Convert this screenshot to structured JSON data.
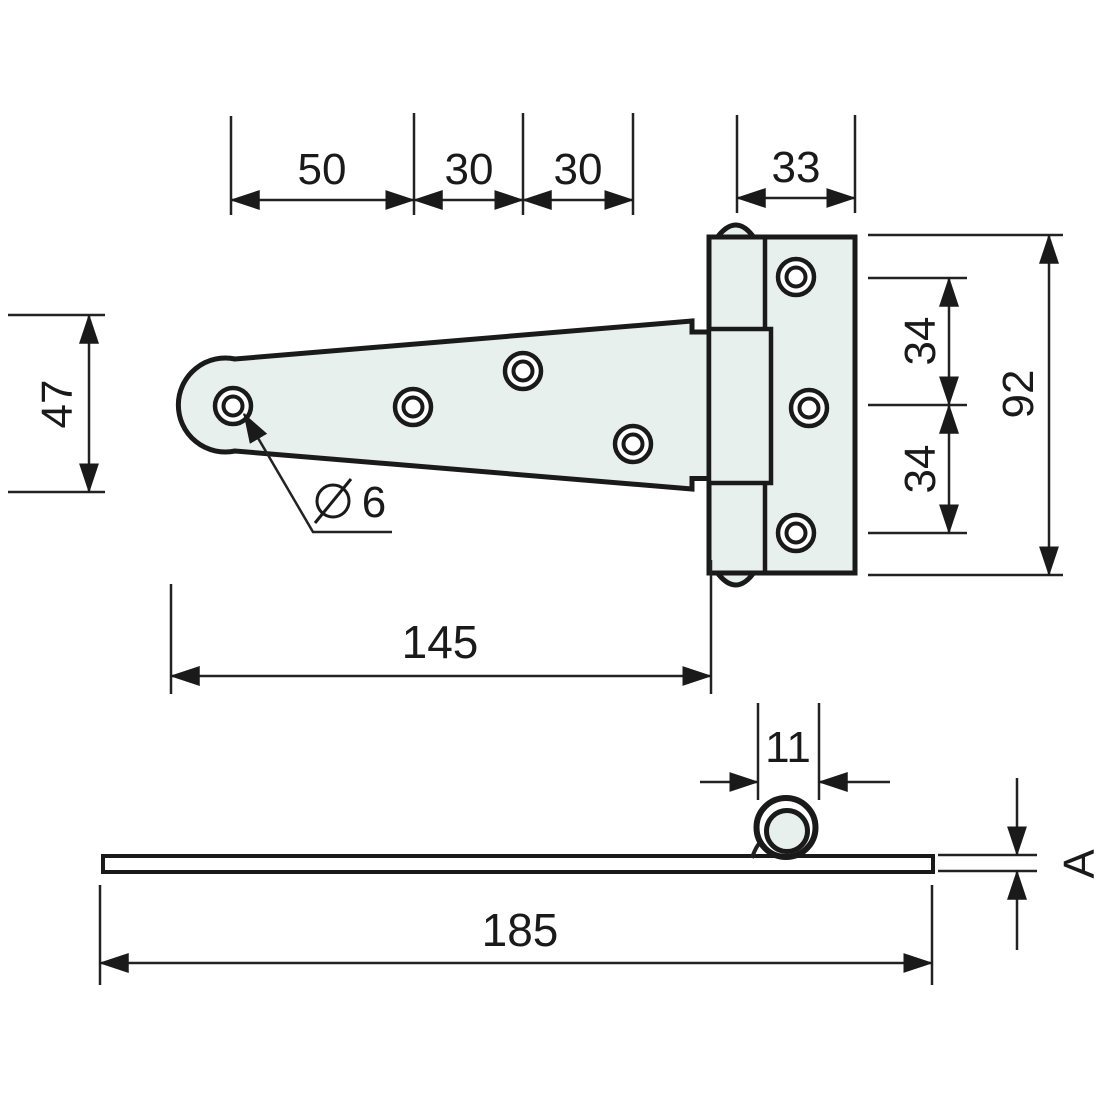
{
  "drawing": {
    "kind": "technical-dimension-drawing",
    "subject": "T-hinge (tee hinge), top view and side profile view"
  },
  "colors": {
    "metal_fill": "#e7f0ec",
    "line": "#1a1a1a",
    "dim_line": "#222222",
    "background": "#ffffff"
  },
  "dims": {
    "top_spacing_1": "50",
    "top_spacing_2": "30",
    "top_spacing_3": "30",
    "leaf_width": "33",
    "strap_tip_height": "47",
    "hole_spacing_upper": "34",
    "hole_spacing_lower": "34",
    "leaf_height": "92",
    "strap_length": "145",
    "hole_diameter_symbol": "∅",
    "hole_diameter": "6",
    "knuckle_width": "11",
    "thickness": "A",
    "overall_length": "185"
  }
}
